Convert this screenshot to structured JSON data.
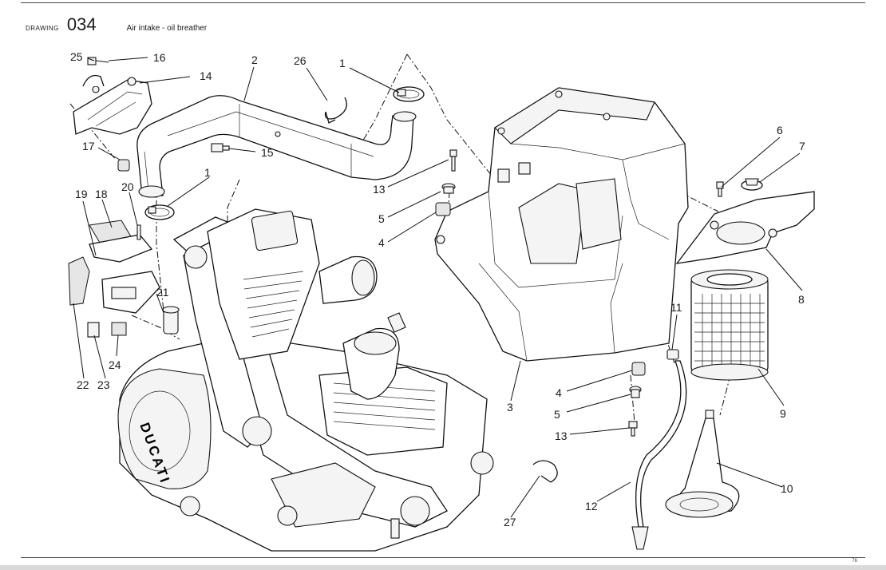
{
  "header": {
    "label": "DRAWING",
    "number": "034",
    "title": "Air intake - oil breather"
  },
  "engine": {
    "brand_text": "DUCATI"
  },
  "callouts": {
    "c25": "25",
    "c16": "16",
    "c14": "14",
    "c2": "2",
    "c26": "26",
    "c1a": "1",
    "c1b": "1",
    "c17": "17",
    "c15": "15",
    "c13a": "13",
    "c5a": "5",
    "c4a": "4",
    "c19": "19",
    "c18": "18",
    "c20": "20",
    "c21": "21",
    "c22": "22",
    "c23": "23",
    "c24": "24",
    "c3": "3",
    "c4b": "4",
    "c5b": "5",
    "c13b": "13",
    "c6": "6",
    "c7": "7",
    "c8": "8",
    "c9": "9",
    "c10": "10",
    "c11": "11",
    "c12": "12",
    "c27": "27"
  },
  "footer": {
    "page_mark": "76"
  }
}
